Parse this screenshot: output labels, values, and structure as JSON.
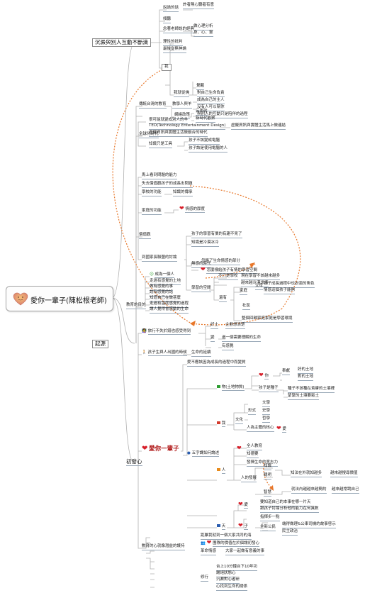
{
  "central": {
    "title": "愛你一輩子(陳松根老師)",
    "icon": "heart-face-icon"
  },
  "sections": {
    "s1": "沉澱與別人互動不斷滴",
    "s2": "起源",
    "s3": "初發心"
  },
  "group1": {
    "talk": "說過的話",
    "talk_note": "許者無心聽者有意",
    "listen": "傾聽",
    "mind_think": "念著老師說的經典",
    "mind_note": "做心理分析",
    "mind_sub": "身、心、靈",
    "me": "我",
    "rational": "理性的批判",
    "final": "最後從無神論",
    "change": "我就從佛",
    "change_1": "覺醒",
    "change_2": "對自己生命負責",
    "change_3": "成為自己的主人",
    "change_4": "沒有人可以幫你",
    "change_5": "與別人的互動只是陪伴的過程"
  },
  "group2": {
    "traditional": "傳統台灣的教育",
    "trad_a": "教學人與羊",
    "trad_b": "網絡政策",
    "trad_b1": "云雨就",
    "trad_b2": "新時代觀察",
    "global": "全球化時代",
    "global_a": "很可能就變成別人的羊",
    "ted": "TED(Technology Entertainment Design)",
    "ted_note": "虛擬資訊與實體生活馬上做連結",
    "virtual": "虛擬資訊與實體生活做融合的時代",
    "know": "知識只是工具",
    "know_1": "孩子不該變成電腦",
    "know_2": "孩子該是使用電腦的人",
    "values": "價值觀",
    "values_a": "馬上看到問題的能力",
    "values_b": "失去價值觀孩子的成長出問題",
    "values_c": "學校的功能",
    "values_c1": "知識的傳承",
    "family": "家庭的功能",
    "family_1": "情感的厚度",
    "discuss": "到國家長聯盟的討論",
    "discuss_1": "孩子的學習有價的有趨不見了",
    "discuss_2": "知識是冷漠冰冷",
    "ignore": "無感的時代",
    "ignore_1": "忽略了生命情感的部分",
    "ignore_2": "怎麼樣給孩子有情的學習空間",
    "learn": "學習的空間",
    "school": "不只是學校",
    "school_1": "現在學習不該越來越多",
    "school_2": "越來越冷漠世情",
    "family2": "家庭",
    "parent": "父母",
    "parent_1": "孩子成長過程中也扮演的角色",
    "parent_2": "情感這個孩子能夠",
    "also": "還有",
    "society": "社區",
    "society_1": "整個回歸家庭家庭是學習環境"
  },
  "group3": {
    "purpose": "教育的目的",
    "p1": "成為一個人",
    "p2": "走過有感覺的土地",
    "p3": "做有感覺的事",
    "p4": "說有感覺的話",
    "p5": "知道自己在做甚麼",
    "p6": "走過有溫度感覺的過程",
    "p7": "讓人覺得會感動的生命"
  },
  "group4": {
    "travel": "旅行不失於錢也感受得到",
    "travel_a": "好土",
    "travel_a1": "企劃想清楚",
    "travel_b": "變",
    "travel_b1": "過一個需要理解的生命",
    "travel_b2": "有感覺",
    "kid": "孩子生與人出國的時候",
    "kid_1": "生命的延續",
    "love": "愛你一輩子",
    "love_top": "愛不應該因為成長的過程中而變質",
    "five": "五字課",
    "five_how": "如何論述",
    "wu": "物(土地物質)",
    "ni": "你",
    "ni_a": "奉獻",
    "ni_a1": "好的土地",
    "ni_a2": "對的土地",
    "hai": "孩子是種子",
    "hai_1": "種子不該種在貧瘠的土壤裡",
    "hai_2": "緊緊的土壤要鬆土",
    "wo": "我",
    "wen": "文化",
    "xing": "形式",
    "wen_1": "文學",
    "wen_2": "史學",
    "wen_3": "哲學",
    "core": "人為主體的核心",
    "core_heart": "愛",
    "ren": "人",
    "ren_a": "全人教育",
    "ren_b": "知德要",
    "ren_c": "發揮生命的意志力",
    "zhi": "知識",
    "skill": "聰明",
    "zhi_1": "知法在外就知越多",
    "zhi_2": "越來越搜尋價值",
    "wise": "智慧",
    "wise_1": "就法內越越來越簡約",
    "wise_2": "越來越常跳自己",
    "growth": "人的發展",
    "tian": "天",
    "tian_love": "愛",
    "tian_1": "要知道自己的本事在哪一片天",
    "tian_2": "跟孩子討論分析他的能力在何異數",
    "shi": "子",
    "shi_a": "指揮步一點",
    "pub": "全新公民",
    "pub_1": "端得做理&公車司機的故事啓示",
    "pub_2": "民主政治"
  },
  "group5": {
    "root": "數育的心就像潛益的護持",
    "r1": "距離我就到一個大家共同的海",
    "r2": "團隊的價值在於個讓初發心",
    "r3": "革命情感",
    "r3_1": "大家一起做有意義的事",
    "r4": "修行",
    "r4_1": "台上10分鐘台下10年功",
    "r4_2": "謝絕狀態心",
    "r4_3": "沉澱對心者研",
    "r4_4": "心找到生命的關係"
  },
  "colors": {
    "branch": "#b0b0b0",
    "arrow": "#e8772a",
    "heart": "#d71f2a",
    "flag_green": "#2f9e32",
    "flag_red": "#d43a2c",
    "flag_orange": "#e88b1b",
    "flag_blue": "#2a5db0"
  }
}
